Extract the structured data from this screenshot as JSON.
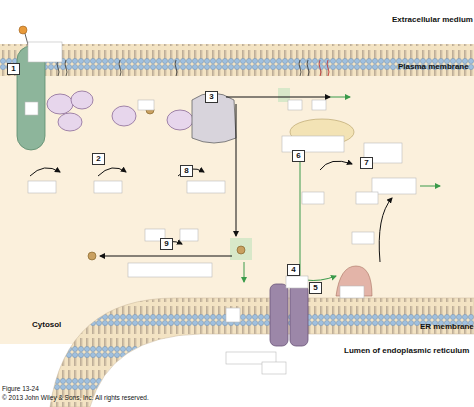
{
  "diagram": {
    "caption": "Figure 13-24",
    "nodes": [
      {
        "text": [
          "1"
        ]
      },
      {
        "text": [
          "3"
        ]
      },
      {
        "text": [
          "2"
        ]
      },
      {
        "text": [
          "6"
        ]
      },
      {
        "text": [
          "7"
        ]
      },
      {
        "text": [
          "8"
        ]
      },
      {
        "text": [
          "9"
        ]
      },
      {
        "text": [
          "4"
        ]
      },
      {
        "text": [
          "5"
        ]
      }
    ],
    "labels": [
      "Extracellular medium",
      "Plasma membrane",
      "Cytosol",
      "ER membrane",
      "Lumen of endoplasmic reticulum",
      "© 2013 John Wiley & Sons, Inc. All rights reserved."
    ]
  }
}
